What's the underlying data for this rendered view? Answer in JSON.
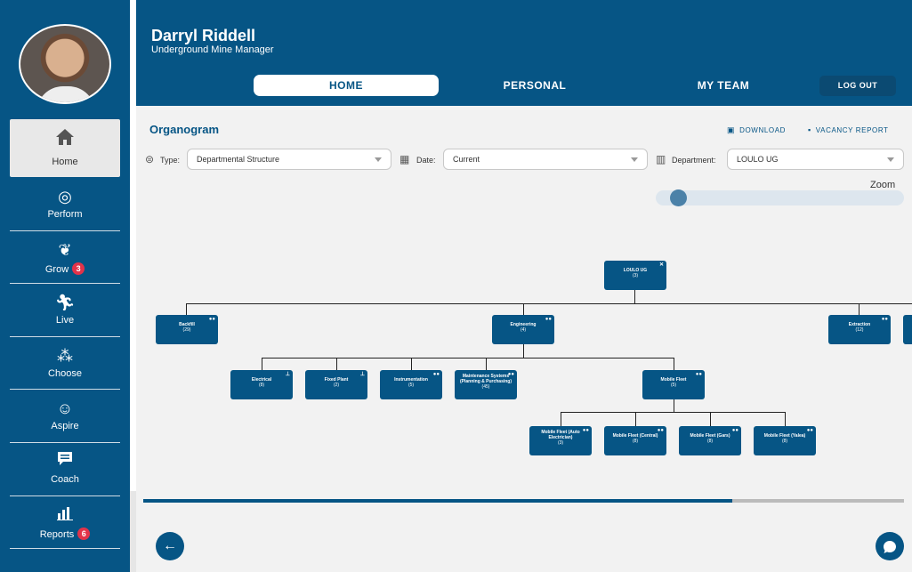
{
  "user": {
    "name": "Darryl Riddell",
    "title": "Underground Mine Manager"
  },
  "sidebar": {
    "items": [
      {
        "label": "Home",
        "icon": "home-icon"
      },
      {
        "label": "Perform",
        "icon": "target-icon"
      },
      {
        "label": "Grow",
        "icon": "wheat-icon",
        "badge": "3"
      },
      {
        "label": "Live",
        "icon": "running-icon"
      },
      {
        "label": "Choose",
        "icon": "choose-icon"
      },
      {
        "label": "Aspire",
        "icon": "reading-icon"
      },
      {
        "label": "Coach",
        "icon": "chat-icon"
      },
      {
        "label": "Reports",
        "icon": "bar-chart-icon",
        "badge": "6"
      }
    ]
  },
  "tabs": [
    "HOME",
    "PERSONAL",
    "MY TEAM"
  ],
  "logout_label": "LOG OUT",
  "page": {
    "title": "Organogram",
    "download_label": "DOWNLOAD",
    "vacancy_label": "VACANCY REPORT"
  },
  "filters": {
    "type_label": "Type:",
    "type_value": "Departmental Structure",
    "date_label": "Date:",
    "date_value": "Current",
    "dept_label": "Department:",
    "dept_value": "LOULO UG"
  },
  "zoom": {
    "label": "Zoom",
    "level": 0.06
  },
  "org": {
    "root": {
      "name": "LOULO UG",
      "count": "(3)"
    },
    "level1": [
      {
        "name": "Backfill",
        "count": "(29)"
      },
      {
        "name": "Engineering",
        "count": "(4)"
      },
      {
        "name": "Extraction",
        "count": "(12)"
      }
    ],
    "engineering": [
      {
        "name": "Electrical",
        "count": "(8)"
      },
      {
        "name": "Fixed Plant",
        "count": "(2)"
      },
      {
        "name": "Instrumentation",
        "count": "(5)"
      },
      {
        "name": "Maintenance Systems (Planning & Purchasing)",
        "count": "(45)"
      },
      {
        "name": "Mobile Fleet",
        "count": "(5)"
      }
    ],
    "fleet": [
      {
        "name": "Mobile Fleet (Auto Electrician)",
        "count": "(3)"
      },
      {
        "name": "Mobile Fleet (Central)",
        "count": "(8)"
      },
      {
        "name": "Mobile Fleet (Gars)",
        "count": "(8)"
      },
      {
        "name": "Mobile Fleet (Yalea)",
        "count": "(8)"
      }
    ]
  },
  "colors": {
    "primary": "#065585",
    "badge": "#e2334a"
  }
}
